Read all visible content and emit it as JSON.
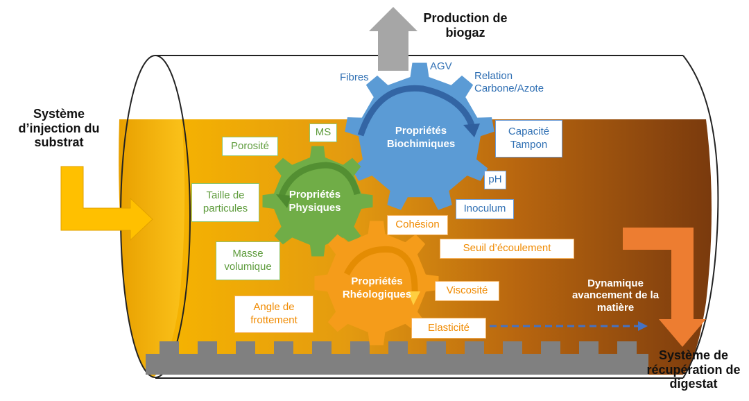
{
  "title_production": "Production de biogaz",
  "injection_label": "Système d’injection du substrat",
  "recovery_label": "Système de récupération de digestat",
  "dynamics_label": "Dynamique avancement de la matière",
  "gears": {
    "biochemical": "Propriétés Biochimiques",
    "physical": "Propriétés Physiques",
    "rheological": "Propriétés Rhéologiques"
  },
  "biochemical_factors": {
    "fibres": "Fibres",
    "agv": "AGV",
    "relation": "Relation Carbone/Azote",
    "capacite": "Capacité Tampon",
    "ph": "pH",
    "inoculum": "Inoculum"
  },
  "physical_factors": {
    "ms": "MS",
    "porosite": "Porosité",
    "taille": "Taille de particules",
    "masse": "Masse volumique"
  },
  "rheological_factors": {
    "cohesion": "Cohésion",
    "seuil": "Seuil d’écoulement",
    "viscosite": "Viscosité",
    "angle": "Angle de frottement",
    "elasticite": "Elasticité"
  },
  "colors": {
    "substrate_light": "#f7b500",
    "substrate_dark": "#7a3a0d",
    "gear_blue": "#5b9bd5",
    "gear_green": "#70ad47",
    "gear_orange": "#f59c1a",
    "arrow_injection": "#ffc000",
    "arrow_recovery": "#ed7d31",
    "arrow_biogas": "#a6a6a6",
    "dashed_arrow": "#4472c4",
    "floor": "#808080"
  }
}
